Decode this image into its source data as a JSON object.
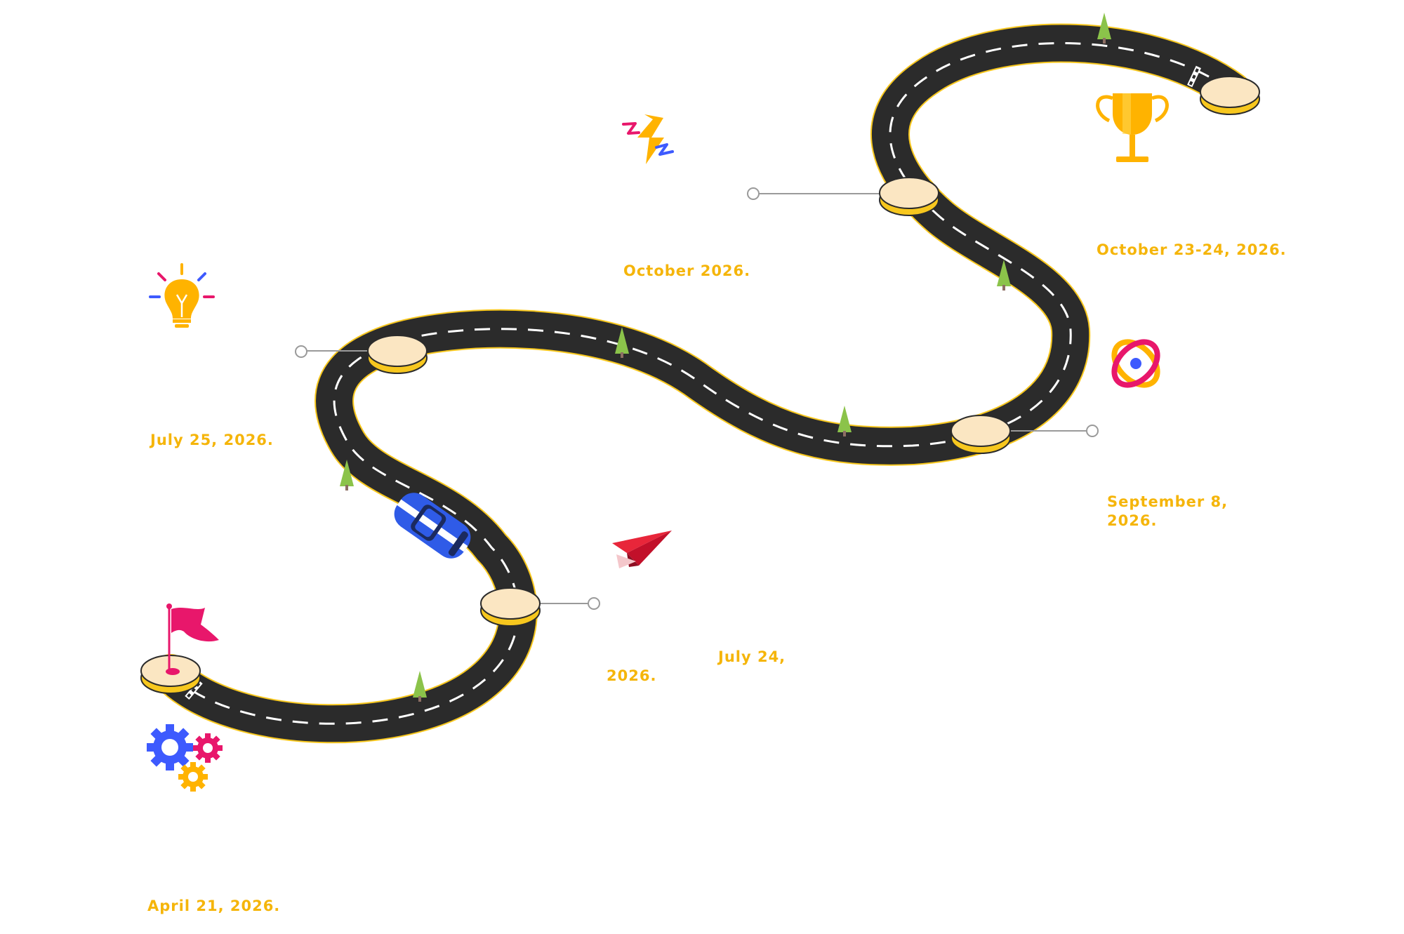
{
  "colors": {
    "road": "#2B2B2B",
    "road_edge": "#F7C71E",
    "lane_mark": "#FFFFFF",
    "disc_top": "#FBE6C2",
    "disc_side": "#F7C71E",
    "label": "#F5B50A",
    "connector": "#9A9A9A",
    "pink": "#E8176B",
    "blue": "#3D5AFE",
    "yellow": "#FFB300",
    "tree": "#7CB342",
    "car": "#2F5BE7"
  },
  "icons": {
    "start": "flag-icon",
    "gears": "gears-icon",
    "idea": "lightbulb-icon",
    "plane": "paper-plane-icon",
    "lightning": "lightning-icon",
    "orbit": "atom-icon",
    "finish": "trophy-icon",
    "vehicle": "car-icon"
  },
  "milestones": [
    {
      "id": "start",
      "date_lines": [
        "April 21, 2026."
      ]
    },
    {
      "id": "m1",
      "date_lines": [
        "July 24,"
      ],
      "date_lines_b": [
        "2026."
      ]
    },
    {
      "id": "m2",
      "date_lines": [
        "July 25, 2026."
      ]
    },
    {
      "id": "m3",
      "date_lines": [
        "October 2026."
      ]
    },
    {
      "id": "m4",
      "date_lines": [
        "September 8,",
        "2026."
      ]
    },
    {
      "id": "finish",
      "date_lines": [
        "October 23-24, 2026."
      ]
    }
  ]
}
